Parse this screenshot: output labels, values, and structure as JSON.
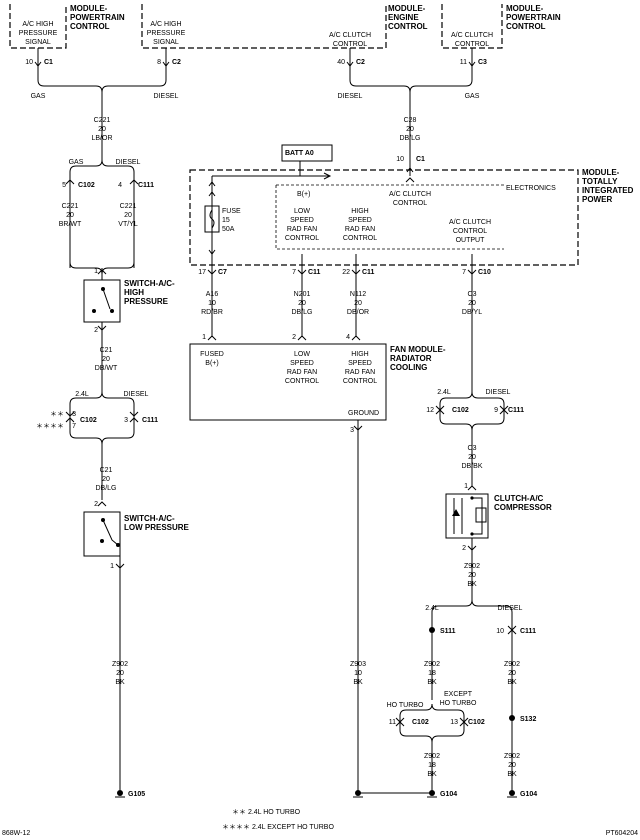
{
  "modules": {
    "pcm_gas": {
      "title": "MODULE-\nPOWERTRAIN\nCONTROL",
      "signal": "A/C HIGH\nPRESSURE\nSIGNAL",
      "pin": "10",
      "conn": "C1"
    },
    "ecm": {
      "title": "MODULE-\nENGINE\nCONTROL",
      "signal_hp": "A/C HIGH\nPRESSURE\nSIGNAL",
      "signal_cc": "A/C CLUTCH\nCONTROL",
      "pin_hp": "8",
      "conn_hp": "C2",
      "pin_cc": "40",
      "conn_cc": "C2"
    },
    "pcm_right": {
      "title": "MODULE-\nPOWERTRAIN\nCONTROL",
      "signal": "A/C CLUTCH\nCONTROL",
      "pin": "11",
      "conn": "C3"
    },
    "tipm": {
      "title": "MODULE-\nTOTALLY\nINTEGRATED\nPOWER",
      "batt": "BATT A0",
      "bplus": "B(+)",
      "electronics": "ELECTRONICS",
      "ac_clutch_control": "A/C CLUTCH\nCONTROL",
      "low_speed": "LOW\nSPEED\nRAD FAN\nCONTROL",
      "high_speed": "HIGH\nSPEED\nRAD FAN\nCONTROL",
      "ac_clutch_output": "A/C CLUTCH\nCONTROL\nOUTPUT",
      "fuse": "FUSE\n15\n50A",
      "pin_c1": "10",
      "conn_c1": "C1",
      "pin_c7": "17",
      "conn_c7": "C7",
      "pin_c11a": "7",
      "conn_c11a": "C11",
      "pin_c11b": "22",
      "conn_c11b": "C11",
      "pin_c10": "7",
      "conn_c10": "C10"
    },
    "fan": {
      "title": "FAN MODULE-\nRADIATOR\nCOOLING",
      "fused": "FUSED\nB(+)",
      "low": "LOW\nSPEED\nRAD FAN\nCONTROL",
      "high": "HIGH\nSPEED\nRAD FAN\nCONTROL",
      "ground": "GROUND",
      "pin1": "1",
      "pin2": "2",
      "pin4": "4",
      "pin3": "3"
    }
  },
  "labels": {
    "gas": "GAS",
    "diesel": "DIESEL",
    "l24": "2.4L",
    "hoturbo": "HO TURBO",
    "except": "EXCEPT\nHO TURBO"
  },
  "wires": {
    "c221": "C221\n20\nLB/OR",
    "c221_brwt": "C221\n20\nBR/WT",
    "c221_vtyl": "C221\n20\nVT/YL",
    "c28": "C28\n20\nDB/LG",
    "a16": "A16\n10\nRD/BR",
    "n201": "N201\n20\nDB/LG",
    "n112": "N112\n20\nDB/OR",
    "c3_dbyl": "C3\n20\nDB/YL",
    "c21_dbwt": "C21\n20\nDB/WT",
    "c21_dblg": "C21\n20\nDB/LG",
    "c3_dbbk": "C3\n20\nDB/BK",
    "z902_20": "Z902\n20\nBK",
    "z902_18": "Z902\n18\nBK",
    "z903": "Z903\n10\nBK"
  },
  "connectors": {
    "c102": "C102",
    "c111": "C111",
    "s111": "S111",
    "s132": "S132",
    "g105": "G105",
    "g104a": "G104",
    "g104b": "G104",
    "p5": "5",
    "p4": "4",
    "p3": "3",
    "p7": "7",
    "p12": "12",
    "p9": "9",
    "p11": "11",
    "p13": "13",
    "p10": "10",
    "p1": "1",
    "p2": "2"
  },
  "switches": {
    "high": "SWITCH-A/C-\nHIGH\nPRESSURE",
    "low": "SWITCH-A/C-\nLOW PRESSURE",
    "clutch": "CLUTCH-A/C\nCOMPRESSOR"
  },
  "footnotes": {
    "two_star": "＊＊ 2.4L HO TURBO",
    "four_star": "＊＊＊＊ 2.4L EXCEPT HO TURBO",
    "mark2": "＊＊",
    "mark4": "＊＊＊＊"
  },
  "corner": {
    "left": "868W-12",
    "right": "PT604204"
  }
}
